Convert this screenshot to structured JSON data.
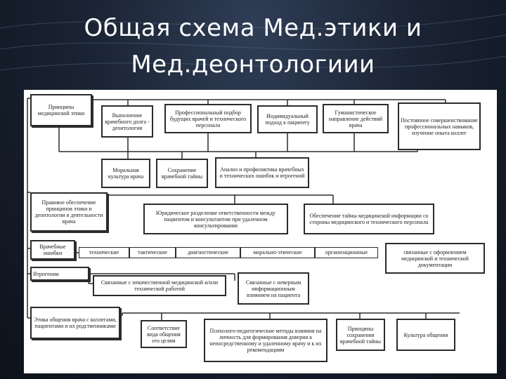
{
  "title": {
    "line1": "Общая схема Мед.этики и",
    "line2": "Мед.деонтологиии"
  },
  "diagram": {
    "principles": {
      "main": "Принципы медицинской этики",
      "items": [
        "Выполнение врачебного долга - деонтология",
        "Профессиональный подбор будущих врачей и технического персонала",
        "Индивидуальный подход к пациенту",
        "Гуманистическое направление действий врача",
        "Постоянное совершенствование профессиональных навыков, изучение опыта коллег"
      ],
      "sub_items": [
        "Моральная культура врача",
        "Сохранение врачебной тайны",
        "Анализ и профилактика врачебных и технических ошибок и ятрогений"
      ]
    },
    "legal": {
      "main": "Правовое обеспечение принципов этики и деонтологии в деятельности врача",
      "items": [
        "Юридическое разделение ответственности между пациентом и консультантом при удаленном консультировании",
        "Обеспечение тайны медицинской информации со стороны медицинского и технического персонала"
      ]
    },
    "errors": {
      "main": "Врачебные ошибки",
      "items": [
        "технические",
        "тактические",
        "диагностические",
        "морально-этические",
        "организационные"
      ],
      "extra": "связанные с оформлением медицинской и технической документации"
    },
    "iatrogeny": {
      "main": "Ятрогении",
      "items": [
        "Связанные с некачественной медицинской и/или технической работой",
        "Связанные с неверным информационным влиянием на пациента"
      ]
    },
    "communication": {
      "main": "Этика общения врача с коллегами, пациентами и их родственниками",
      "items": [
        "Соответствие вида общения его целям",
        "Психолого-педагогические методы влияния на личность для формирования доверия к непосредственному и удаленному врачу и к их рекомендациям",
        "Принципы сохранения врачебной тайны",
        "Культура общения"
      ]
    }
  }
}
